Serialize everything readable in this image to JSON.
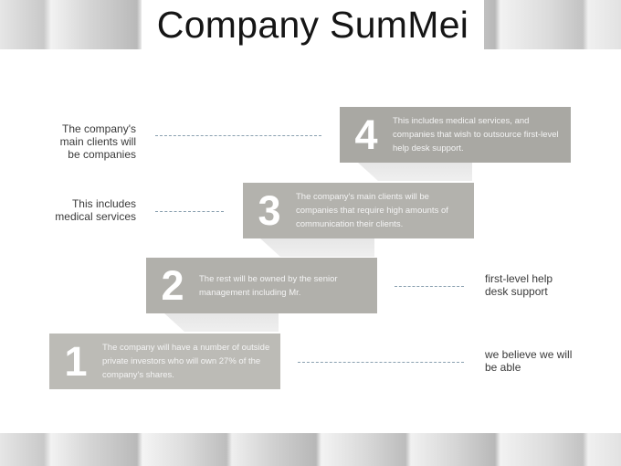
{
  "title": "Company SumMei",
  "steps": [
    {
      "number": "4",
      "text": "This includes medical services, and companies that wish to outsource first-level help desk support."
    },
    {
      "number": "3",
      "text": "The company's main clients will be companies that require high amounts of communication their clients."
    },
    {
      "number": "2",
      "text": "The rest will be owned by the senior management including Mr."
    },
    {
      "number": "1",
      "text": "The company will have a number of outside private investors who will own 27% of the company's shares."
    }
  ],
  "labels": {
    "left_top": "The company's main clients will be companies",
    "left_mid": "This includes medical services",
    "right_top": "first-level help desk support",
    "right_bottom": "we believe we will be able"
  }
}
